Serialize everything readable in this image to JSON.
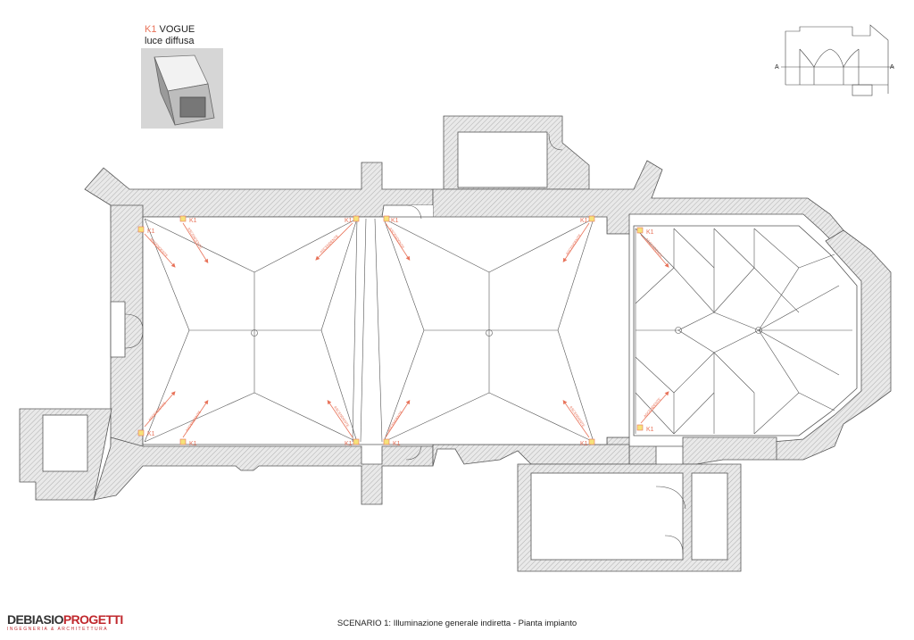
{
  "legend": {
    "fixture_code": "K1",
    "fixture_name": "VOGUE",
    "fixture_desc": "luce diffusa"
  },
  "plan": {
    "fixture_label": "K1",
    "arrow_label": "ASCENDENTE"
  },
  "section": {
    "mark_left": "A",
    "mark_right": "A"
  },
  "caption": "SCENARIO 1: Illuminazione generale indiretta - Pianta impianto",
  "logo": {
    "part1": "DEBIASIO",
    "part2": "PROGETTI",
    "tagline": "INGEGNERIA & ARCHITETTURA"
  },
  "colors": {
    "fixture": "#e8735a",
    "fixture_fill": "#f6e27a",
    "wall_fill": "#e6e6e6",
    "line": "#555555",
    "logo_red": "#c0282d"
  }
}
